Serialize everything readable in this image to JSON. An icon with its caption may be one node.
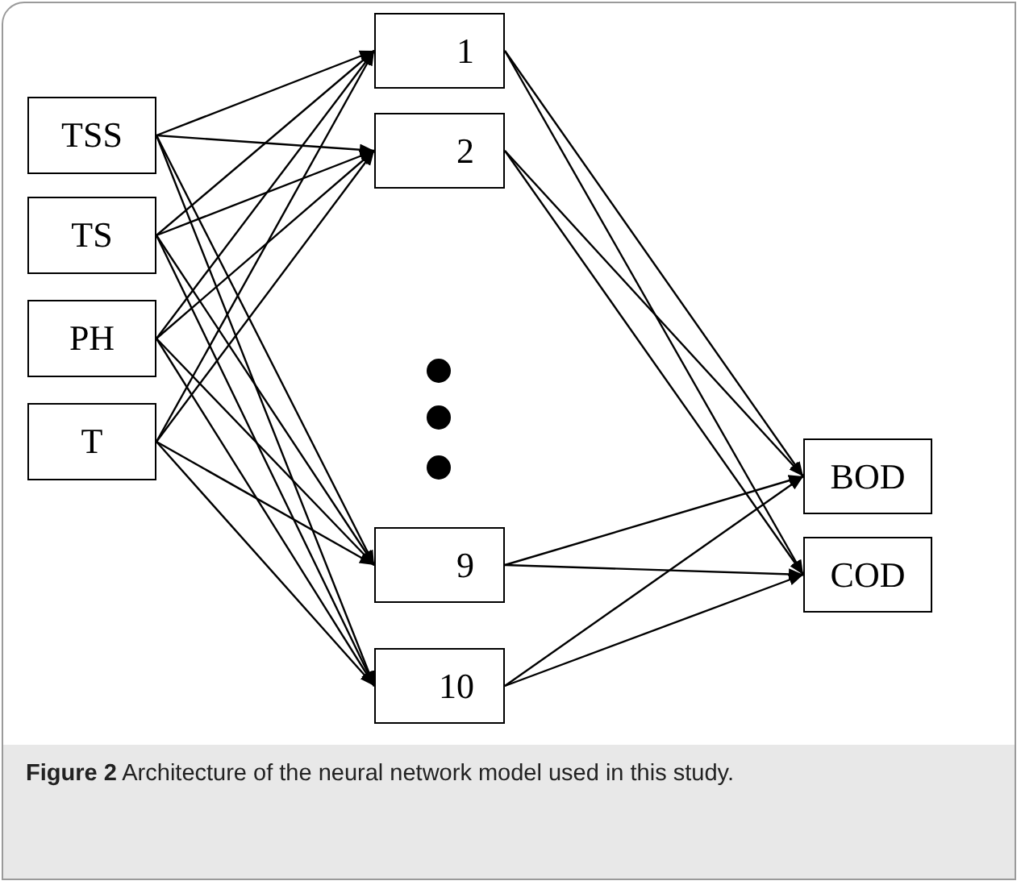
{
  "diagram": {
    "caption": "**Figure 2** Architecture of the neural network model used in this study.",
    "nodes": [
      {
        "text": [
          "TSS"
        ]
      },
      {
        "text": [
          "TS"
        ]
      },
      {
        "text": [
          "PH"
        ]
      },
      {
        "text": [
          "T"
        ]
      },
      {
        "text": [
          "1"
        ]
      },
      {
        "text": [
          "2"
        ]
      },
      {
        "text": [
          "9"
        ]
      },
      {
        "text": [
          "10"
        ]
      },
      {
        "text": [
          "BOD"
        ]
      },
      {
        "text": [
          "COD"
        ]
      }
    ],
    "edges": [
      {
        "from": 0,
        "to": 4,
        "arrow": "to"
      },
      {
        "from": 0,
        "to": 5,
        "arrow": "to"
      },
      {
        "from": 0,
        "to": 6,
        "arrow": "to"
      },
      {
        "from": 0,
        "to": 7,
        "arrow": "to"
      },
      {
        "from": 1,
        "to": 4,
        "arrow": "to"
      },
      {
        "from": 1,
        "to": 5,
        "arrow": "to"
      },
      {
        "from": 1,
        "to": 6,
        "arrow": "to"
      },
      {
        "from": 1,
        "to": 7,
        "arrow": "to"
      },
      {
        "from": 2,
        "to": 4,
        "arrow": "to"
      },
      {
        "from": 2,
        "to": 5,
        "arrow": "to"
      },
      {
        "from": 2,
        "to": 6,
        "arrow": "to"
      },
      {
        "from": 2,
        "to": 7,
        "arrow": "to"
      },
      {
        "from": 3,
        "to": 4,
        "arrow": "to"
      },
      {
        "from": 3,
        "to": 5,
        "arrow": "to"
      },
      {
        "from": 3,
        "to": 6,
        "arrow": "to"
      },
      {
        "from": 3,
        "to": 7,
        "arrow": "to"
      },
      {
        "from": 4,
        "to": 8,
        "arrow": "to"
      },
      {
        "from": 4,
        "to": 9,
        "arrow": "to"
      },
      {
        "from": 5,
        "to": 8,
        "arrow": "to"
      },
      {
        "from": 5,
        "to": 9,
        "arrow": "to"
      },
      {
        "from": 6,
        "to": 8,
        "arrow": "to"
      },
      {
        "from": 6,
        "to": 9,
        "arrow": "to"
      },
      {
        "from": 7,
        "to": 8,
        "arrow": "to"
      },
      {
        "from": 7,
        "to": 9,
        "arrow": "to"
      }
    ]
  }
}
